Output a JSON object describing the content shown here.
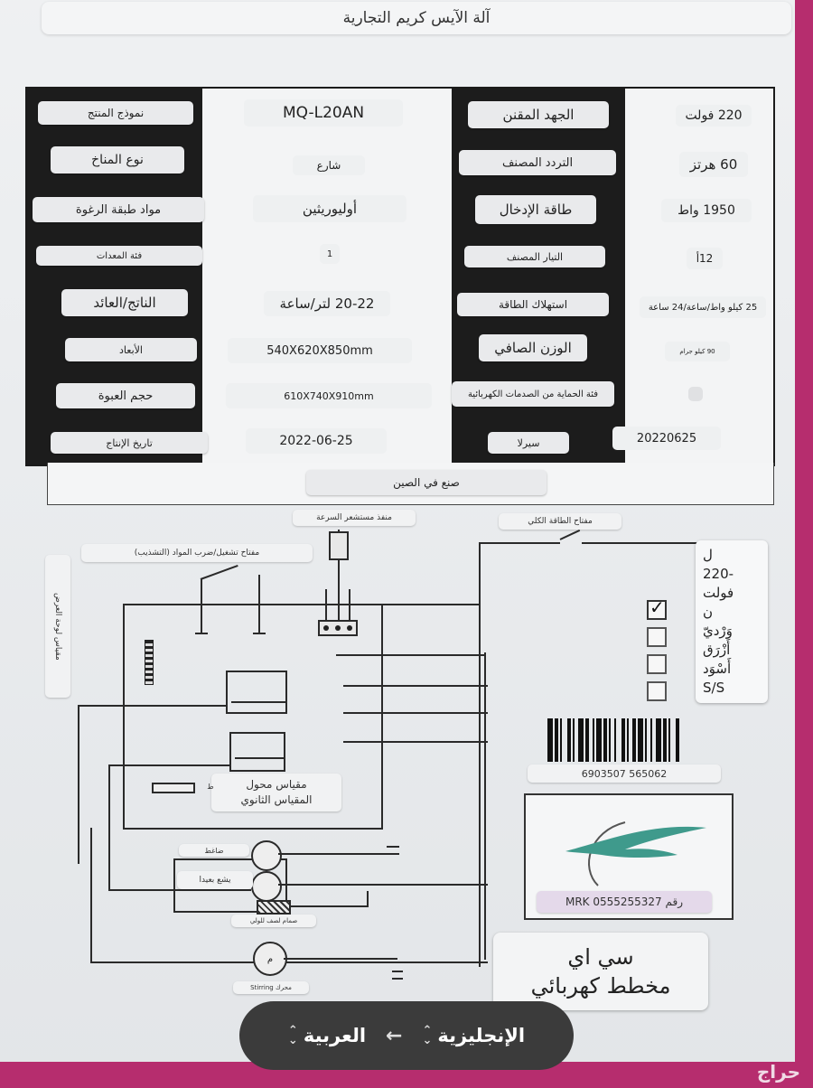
{
  "title": "آلة الآيس كريم التجارية",
  "spec_rows": [
    {
      "l_label": "نموذج المنتج",
      "l_value": "MQ-L20AN",
      "r_label": "الجهد المقنن",
      "r_value": "220 فولت"
    },
    {
      "l_label": "نوع المناخ",
      "l_value": "شارع",
      "r_label": "التردد المصنف",
      "r_value": "60 هرتز"
    },
    {
      "l_label": "مواد طبقة الرغوة",
      "l_value": "أوليوريثين",
      "r_label": "طاقة الإدخال",
      "r_value": "1950 واط"
    },
    {
      "l_label": "فئة المعدات",
      "l_value": "1",
      "r_label": "التيار المصنف",
      "r_value": "12أ"
    },
    {
      "l_label": "الناتج/العائد",
      "l_value": "20-22 لتر/ساعة",
      "r_label": "استهلاك الطاقة",
      "r_value": "25 كيلو واط/ساعة/24 ساعة"
    },
    {
      "l_label": "الأبعاد",
      "l_value": "540X620X850mm",
      "r_label": "الوزن الصافي",
      "r_value": "90 كيلو جرام"
    },
    {
      "l_label": "حجم العبوة",
      "l_value": "610X740X910mm",
      "r_label": "فئة الحماية من الصدمات الكهربائية",
      "r_value": ""
    },
    {
      "l_label": "تاريخ الإنتاج",
      "l_value": "2022-06-25",
      "r_label": "سيرلا",
      "r_value": "20220625"
    }
  ],
  "made_in": "صنع في الصين",
  "diagram": {
    "speed_sensor": "منفذ مستشعر السرعة",
    "power_switch": "مفتاح الطاقة الكلي",
    "run_switch": "مفتاح تشغيل/ضرب المواد (التشذيب)",
    "display_meter": "مقياس لوحة العرض",
    "transformer": "مقياس محول",
    "secondary_meter": "المقياس الثانوي",
    "compressor": "ضاغط",
    "far_fan": "يشع بعيدا",
    "solenoid_valve": "صمام لصف للولي",
    "motor": "محرك Stirring",
    "motor_symbol": "م",
    "small_label": "ط"
  },
  "colors_card": {
    "lines": [
      "ل",
      "220-",
      "فولت",
      "ن",
      "وَرْديّ",
      "أَزْرَق",
      "أَسْوَد",
      "S/S"
    ]
  },
  "barcode_number": "6903507 565062",
  "phone_label": "رقم MRK 0555255327",
  "translation_card": {
    "line1": "سي اي",
    "line2": "مخطط كهربائي"
  },
  "lang_bar": {
    "source": "الإنجليزية",
    "target": "العربية",
    "arrow": "←"
  },
  "watermark": "حراج"
}
